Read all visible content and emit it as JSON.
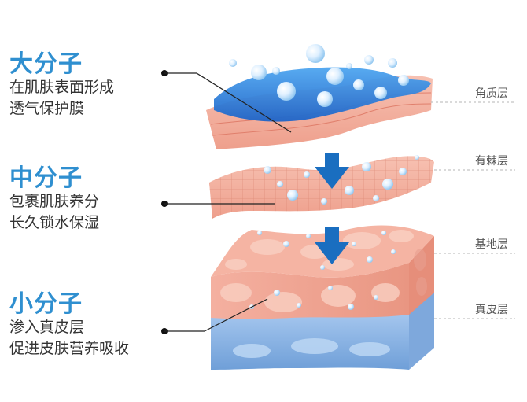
{
  "molecules": [
    {
      "key": "large",
      "title": "大分子",
      "lines": [
        "在肌肤表面形成",
        "透气保护膜"
      ]
    },
    {
      "key": "medium",
      "title": "中分子",
      "lines": [
        "包裹肌肤养分",
        "长久锁水保湿"
      ]
    },
    {
      "key": "small",
      "title": "小分子",
      "lines": [
        "渗入真皮层",
        "促进皮肤营养吸收"
      ]
    }
  ],
  "layers": {
    "stratum_corneum": "角质层",
    "spinous": "有棘层",
    "basal": "基地层",
    "dermis": "真皮层"
  },
  "colors": {
    "title_blue": "#2f8fd0",
    "arrow_blue": "#1a6ec0",
    "skin_pink": "#f2a592",
    "dermis_blue": "#7fb0e0"
  }
}
